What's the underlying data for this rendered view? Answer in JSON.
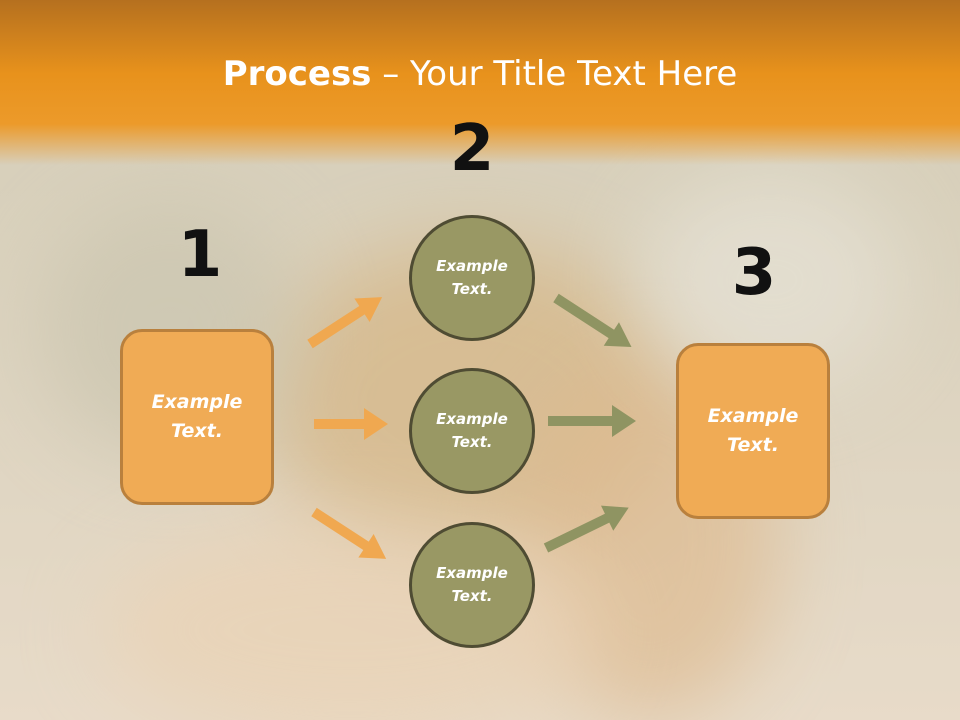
{
  "slide": {
    "title_bold": "Process",
    "title_rest": " – Your Title Text Here"
  },
  "steps": {
    "one": "1",
    "two": "2",
    "three": "3"
  },
  "boxes": {
    "left": "Example Text.",
    "right": "Example Text."
  },
  "circles": {
    "top": "Example Text.",
    "middle": "Example Text.",
    "bottom": "Example Text."
  },
  "colors": {
    "orange_arrow": "#f0a850",
    "olive_arrow": "#8f9462",
    "box_fill": "#f0ab55",
    "circle_fill": "#999864"
  }
}
